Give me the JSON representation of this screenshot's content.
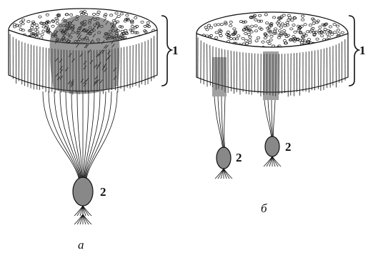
{
  "labels": {
    "layer": "1",
    "ganglion": "2"
  },
  "subfigures": {
    "a": "а",
    "b": "б"
  },
  "colors": {
    "ink": "#111111",
    "paper": "#ffffff",
    "shade": "#555555"
  }
}
